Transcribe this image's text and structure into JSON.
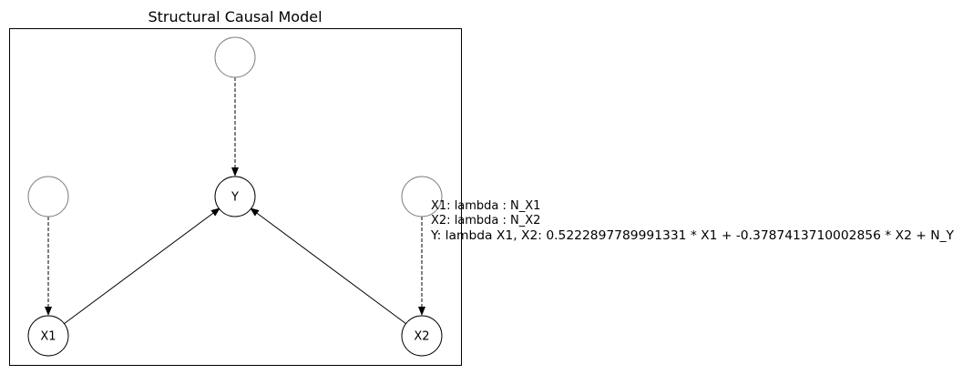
{
  "title": "Structural Causal Model",
  "nodes": {
    "x1": {
      "label": "X1"
    },
    "x2": {
      "label": "X2"
    },
    "y": {
      "label": "Y"
    },
    "noise_y": {
      "label": ""
    },
    "noise_x1": {
      "label": ""
    },
    "noise_x2": {
      "label": ""
    }
  },
  "equations": [
    "X1: lambda : N_X1",
    "X2: lambda : N_X2",
    "Y: lambda X1, X2: 0.5222897789991331 * X1 + -0.3787413710002856 * X2 + N_Y"
  ],
  "colors": {
    "node_stroke": "#000000",
    "noise_stroke": "#808080",
    "edge": "#000000"
  }
}
